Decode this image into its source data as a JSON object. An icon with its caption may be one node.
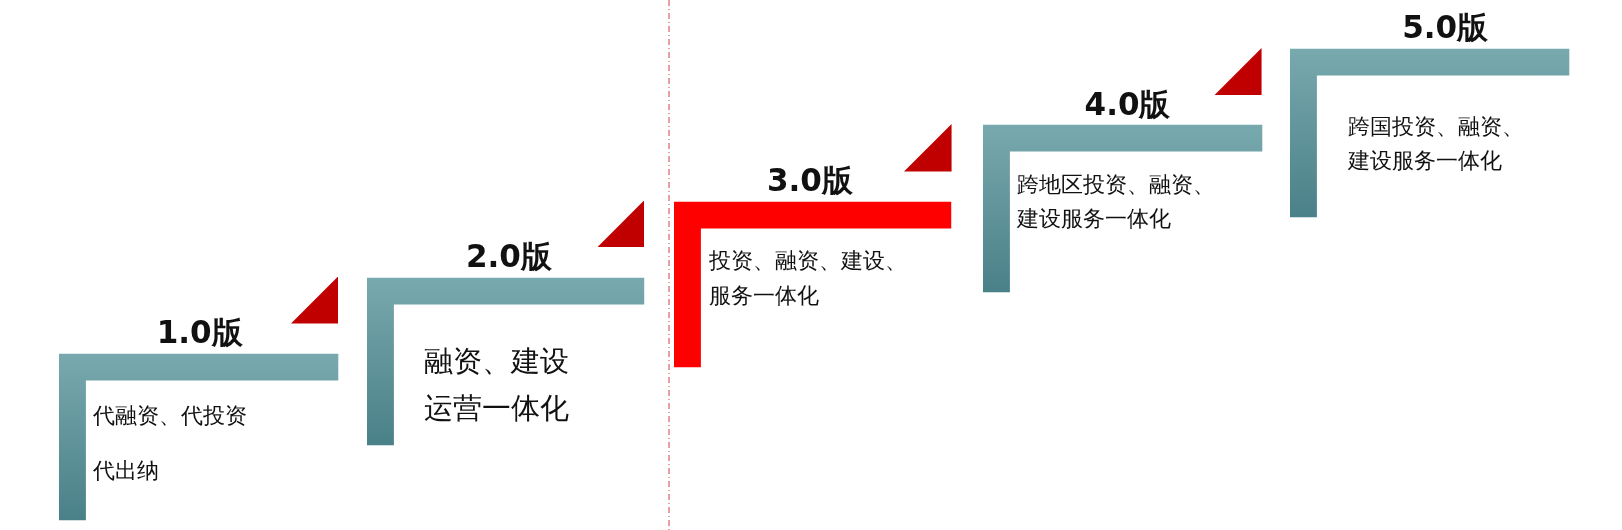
{
  "diagram": {
    "nodes": [
      {
        "text": [
          "1.0版",
          "代融资、代投资",
          "代出纳"
        ]
      },
      {
        "text": [
          "2.0版",
          "融资、建设运营一体化"
        ]
      },
      {
        "text": [
          "3.0版",
          "投资、融资、建设、服务一体化"
        ]
      },
      {
        "text": [
          "4.0版",
          "跨地区投资、融资、建设服务一体化"
        ]
      },
      {
        "text": [
          "5.0版",
          "跨国投资、融资、建设服务一体化"
        ]
      }
    ],
    "edges": []
  }
}
